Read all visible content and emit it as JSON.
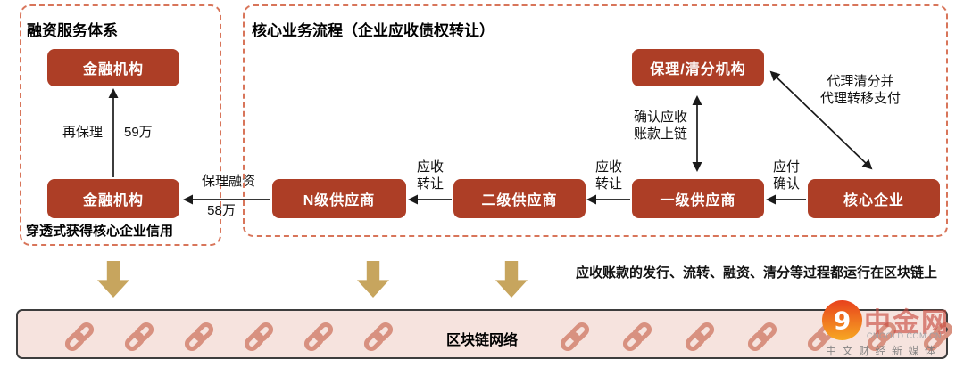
{
  "panels": {
    "financing": {
      "title": "融资服务体系",
      "box_top": "金融机构",
      "box_bottom": "金融机构",
      "caption": "穿透式获得核心企业信用",
      "label_refactoring": "再保理",
      "label_amount_59": "59万",
      "label_factoring": "保理融资",
      "label_amount_58": "58万"
    },
    "core_process": {
      "title": "核心业务流程（企业应收债权转让）",
      "factor_box": "保理/清分机构",
      "supplier_n": "N级供应商",
      "supplier_2": "二级供应商",
      "supplier_1": "一级供应商",
      "core_enterprise": "核心企业",
      "label_receivable_transfer_1": "应收\n转让",
      "label_receivable_transfer_2": "应收\n转让",
      "label_payable_confirm": "应付\n确认",
      "label_confirm_on_chain": "确认应收\n账款上链",
      "label_agency_clearing": "代理清分并\n代理转移支付"
    }
  },
  "bottom": {
    "note": "应收账款的发行、流转、融资、清分等过程都运行在区块链上",
    "bar_label": "区块链网络"
  },
  "logo": {
    "name": "中金网",
    "swirl_glyph": "9",
    "domain": "CNGOLD.COM.CN",
    "tagline": "中文财经新媒体"
  },
  "colors": {
    "node_red": "#ad3e26",
    "dashed_border": "#d8755a",
    "bar_background": "#f6e3de",
    "chain_icon": "#d89180",
    "gold_arrow": "#c7a55e",
    "logo_red": "#c8473c"
  }
}
